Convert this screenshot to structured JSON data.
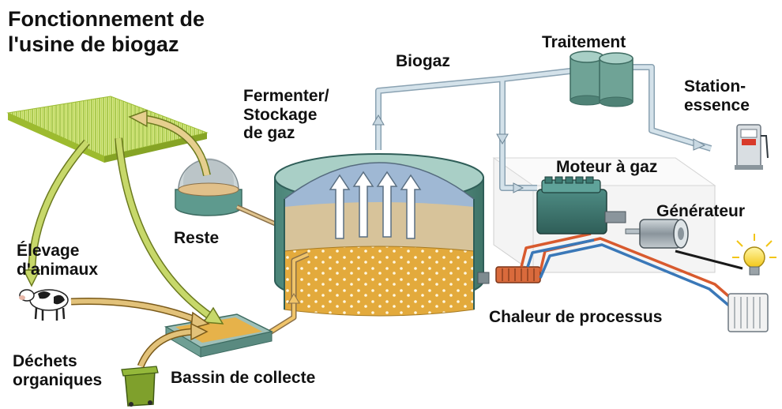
{
  "title": {
    "line1": "Fonctionnement de",
    "line2": "l'usine de biogaz"
  },
  "labels": {
    "biogaz": "Biogaz",
    "traitement": "Traitement",
    "station_line1": "Station-",
    "station_line2": "essence",
    "fermenter_line1": "Fermenter/",
    "fermenter_line2": "Stockage",
    "fermenter_line3": "de gaz",
    "moteur": "Moteur à gaz",
    "generateur": "Générateur",
    "reste": "Reste",
    "elevage_line1": "Élevage",
    "elevage_line2": "d'animaux",
    "chaleur": "Chaleur de processus",
    "dechets_line1": "Déchets",
    "dechets_line2": "organiques",
    "bassin": "Bassin de collecte"
  },
  "colors": {
    "gas_pipe": "#b9cdd9",
    "heat_pipe_hot": "#d85a2e",
    "heat_pipe_cold": "#3a78b8",
    "tank_shell": "#5e9a8e",
    "substrate": "#e6b24a",
    "digestate": "#d7c39a",
    "gas_space": "#9fb8d4",
    "field": "#bcd845",
    "flow_arrow": "#c7d86a"
  },
  "icons": [
    "field-icon",
    "cow-icon",
    "organic-bin-icon",
    "fuel-pump-icon",
    "light-bulb-icon",
    "radiator-icon",
    "gas-engine-icon",
    "generator-icon"
  ]
}
